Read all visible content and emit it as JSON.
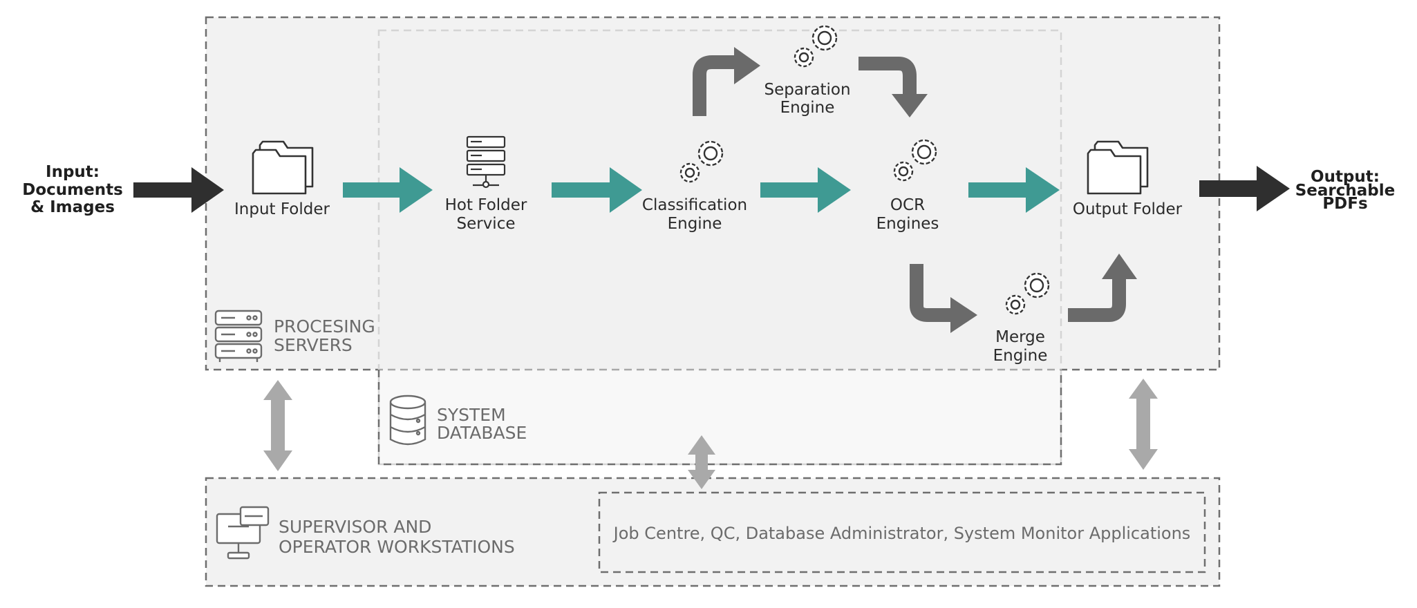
{
  "input": {
    "line1": "Input:",
    "line2": "Documents",
    "line3": "& Images"
  },
  "output": {
    "line1": "Output:",
    "line2": "Searchable",
    "line3": "PDFs"
  },
  "nodes": {
    "input_folder": "Input Folder",
    "hot_folder": {
      "line1": "Hot Folder",
      "line2": "Service"
    },
    "classification": {
      "line1": "Classification",
      "line2": "Engine"
    },
    "ocr": {
      "line1": "OCR",
      "line2": "Engines"
    },
    "separation": {
      "line1": "Separation",
      "line2": "Engine"
    },
    "merge": {
      "line1": "Merge",
      "line2": "Engine"
    },
    "output_folder": "Output Folder"
  },
  "groups": {
    "processing_servers": {
      "line1": "PROCESING",
      "line2": "SERVERS"
    },
    "system_database": {
      "line1": "SYSTEM",
      "line2": "DATABASE"
    },
    "workstations": {
      "line1": "SUPERVISOR AND",
      "line2": "OPERATOR WORKSTATIONS"
    }
  },
  "applications": "Job Centre, QC, Database Administrator, System Monitor Applications",
  "icons": {
    "folder": "folder-icon",
    "server": "server-icon",
    "gears": "gears-icon",
    "server_rack": "server-rack-icon",
    "database": "database-icon",
    "workstation": "workstation-icon"
  },
  "colors": {
    "flow_arrow": "#3f9a93",
    "dark_arrow": "#2f2f2f",
    "branch_arrow": "#6a6a6a",
    "sync_arrow": "#a9a9a9",
    "panel_fill": "#f2f2f2",
    "border": "#6e6e6e"
  }
}
